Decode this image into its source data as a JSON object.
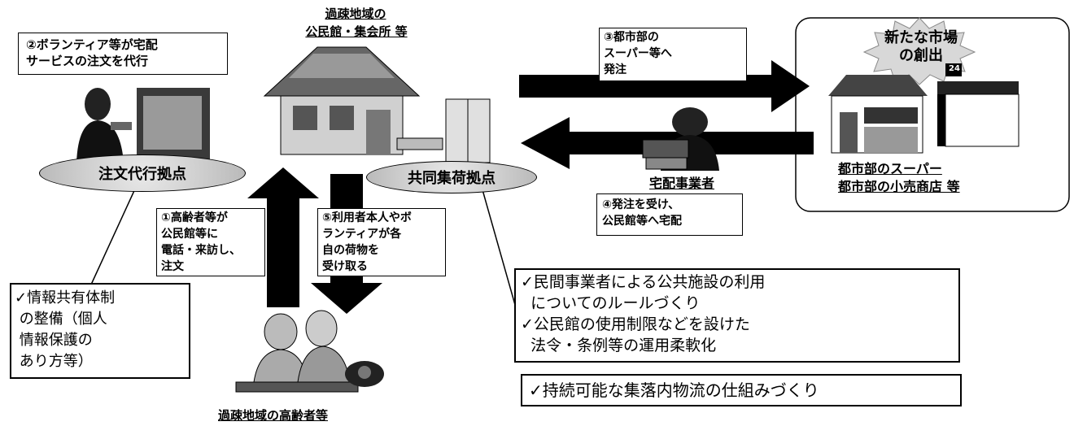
{
  "top_title": [
    "過疎地域の",
    "公民館・集会所 等"
  ],
  "step2": "②ボランティア等が宅配\nサービスの注文を代行",
  "step3": "③都市部の\nスーパー等へ\n発注",
  "step1": "①高齢者等が\n公民館等に\n電話・来訪し、\n注文",
  "step5": "⑤利用者本人やボ\nランティアが各\n自の荷物を\n受け取る",
  "step4": "④発注を受け、\n公民館等へ宅配",
  "ellipse_left": "注文代行拠点",
  "ellipse_mid": "共同集荷拠点",
  "market_title": "新たな市場\nの創出",
  "store_sign": "24",
  "store_caption": [
    "都市部のスーパー",
    "都市部の小売商店 等"
  ],
  "courier_label": "宅配事業者",
  "elderly_label": "過疎地域の高齢者等",
  "note_info": "✓情報共有体制\n の整備（個人\n 情報保護の\n あり方等）",
  "note_rules": [
    "✓民間事業者による公共施設の利用",
    "  についてのルールづくり",
    "✓公民館の使用制限などを設けた",
    "  法令・条例等の運用柔軟化"
  ],
  "note_logistics": "✓持続可能な集落内物流の仕組みづくり"
}
